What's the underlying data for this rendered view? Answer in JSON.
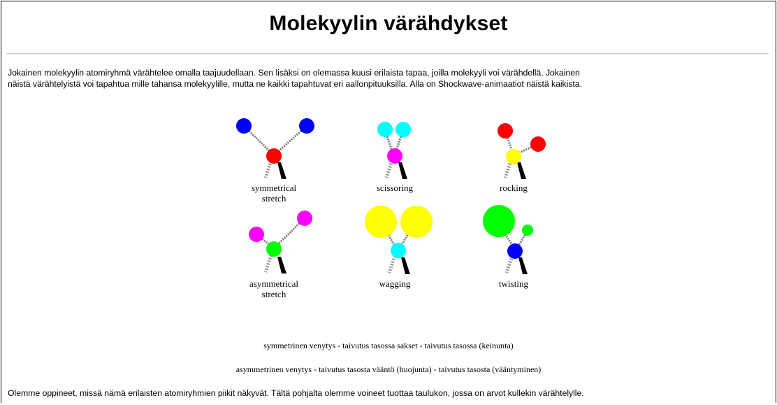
{
  "page": {
    "title": "Molekyylin värähdykset",
    "intro_line1": "Jokainen molekyylin atomiryhmä värähtelee omalla taajuudellaan. Sen lisäksi on olemassa kuusi erilaista tapaa, joilla molekyyli voi värähdellä. Jokainen",
    "intro_line2": "näistä värähtelyistä voi tapahtua mille tahansa molekyylille, mutta ne kaikki tapahtuvat eri aallonpituuksilla. Alla on Shockwave-animaatiot näistä kaikista.",
    "caption_line1": "symmetrinen venytys - taivutus tasossa sakset - taivutus tasossa (keinunta)",
    "caption_line2": "asymmetrinen venytys - taivutus tasosta vääntö (huojunta) - taivutus tasosta (vääntyminen)",
    "outro": "Olemme oppineet, missä nämä erilaisten atomiryhmien piikit näkyvät. Tältä pohjalta olemme voineet tuottaa taulukon, jossa on arvot kullekin värähtelylle."
  },
  "animations": {
    "symmetrical_stretch": {
      "line1": "symmetrical",
      "line2": "stretch",
      "center_color": "#ff0000",
      "outer_color": "#0000ff"
    },
    "scissoring": {
      "line1": "scissoring",
      "center_color": "#ff00ff",
      "outer_color": "#00ffff"
    },
    "rocking": {
      "line1": "rocking",
      "center_color": "#ffff00",
      "outer_color": "#ff0000"
    },
    "asymmetrical_stretch": {
      "line1": "asymmetrical",
      "line2": "stretch",
      "center_color": "#00ff00",
      "outer_color": "#ff00ff"
    },
    "wagging": {
      "line1": "wagging",
      "center_color": "#00ffff",
      "outer_color": "#ffff00"
    },
    "twisting": {
      "line1": "twisting",
      "center_color": "#0000ff",
      "outer_color": "#00ff00"
    }
  }
}
